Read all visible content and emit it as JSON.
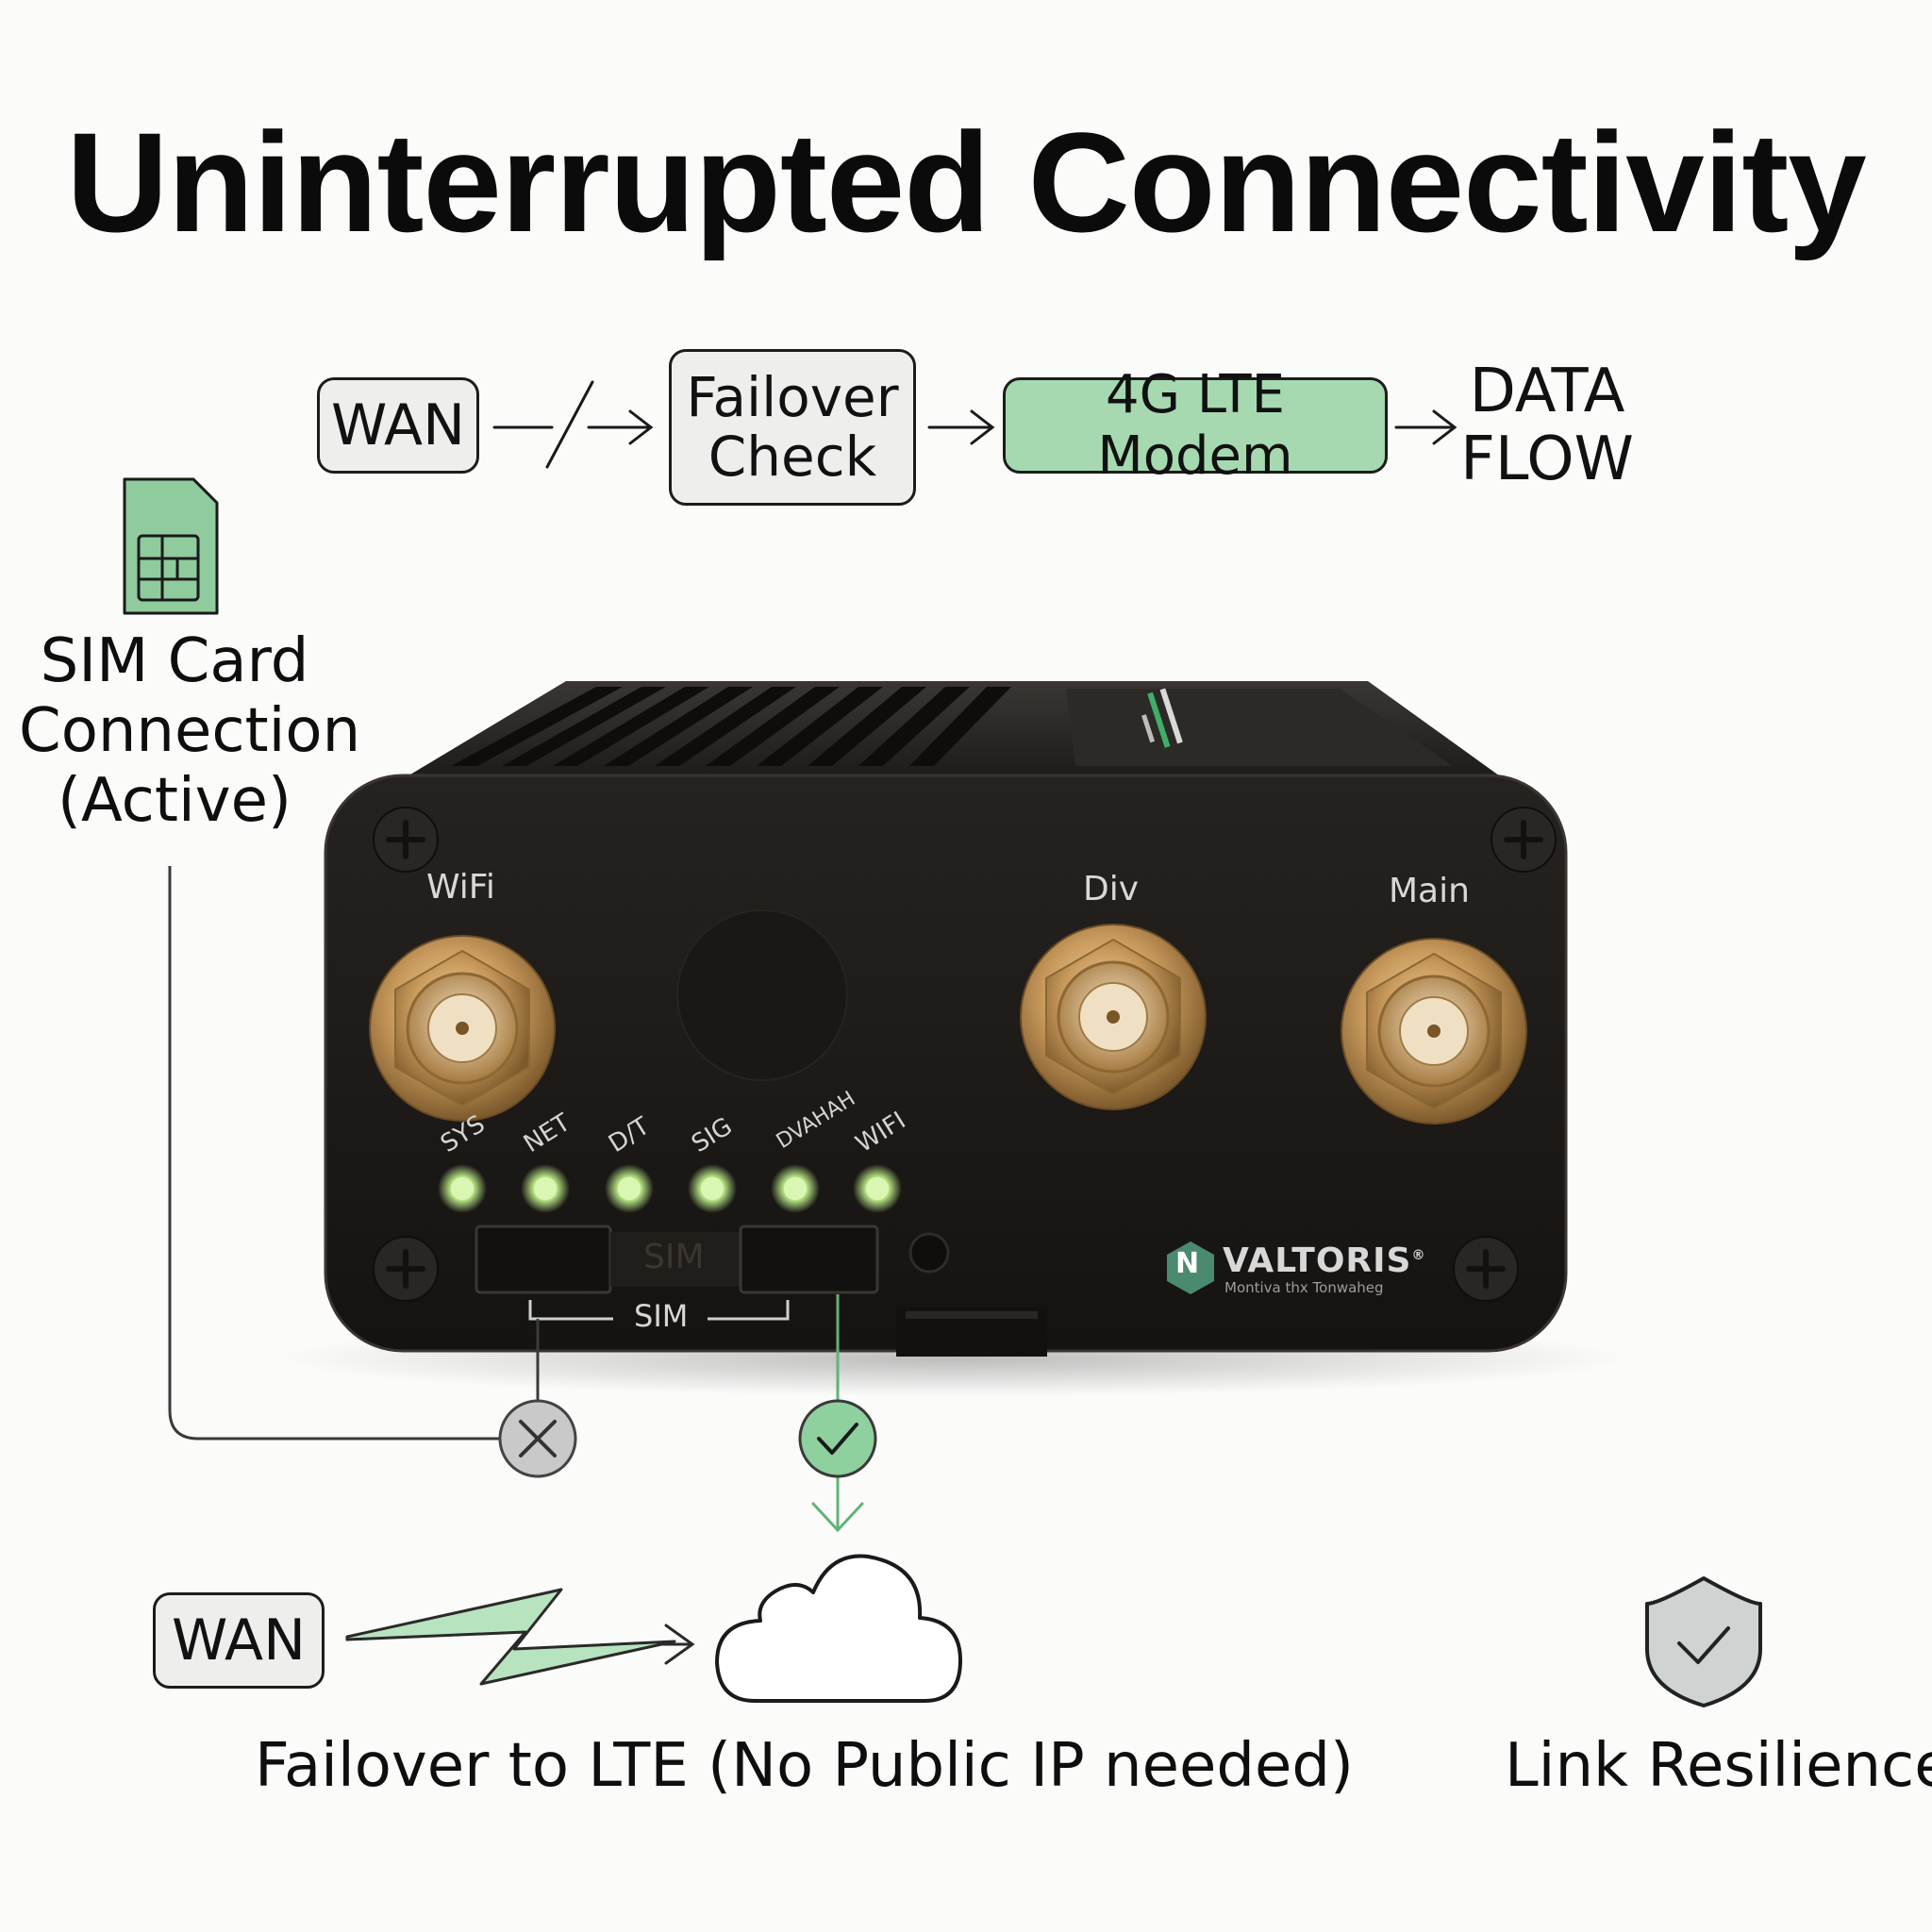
{
  "title": "Uninterrupted Connectivity",
  "flow": {
    "wan": "WAN",
    "failover_line1": "Failover",
    "failover_line2": "Check",
    "modem": "4G LTE Modem",
    "data_line1": "DATA",
    "data_line2": "FLOW"
  },
  "sim_card": {
    "line1": "SIM Card",
    "line2": "Connection",
    "line3": "(Active)"
  },
  "device": {
    "ports": {
      "wifi": "WiFi",
      "div": "Div",
      "main": "Main"
    },
    "leds": [
      "SYS",
      "NET",
      "D/T",
      "SIG",
      "DVAHAH",
      "WIFI"
    ],
    "sim_slot_label": "SIM",
    "sim_bracket_label": "SIM",
    "brand": "VALTORIS",
    "brand_mark": "®",
    "tagline": "Montiva thx Tonwaheg",
    "brand_initial": "N"
  },
  "bottom": {
    "wan": "WAN",
    "failover_caption": "Failover to LTE (No Public IP needed)",
    "resilience_caption": "Link Resilience"
  },
  "colors": {
    "accent_green": "#a6d9b0",
    "arrow_green": "#5fb477",
    "device_body": "#1e1b18",
    "connector_gold": "#c99a5c"
  }
}
